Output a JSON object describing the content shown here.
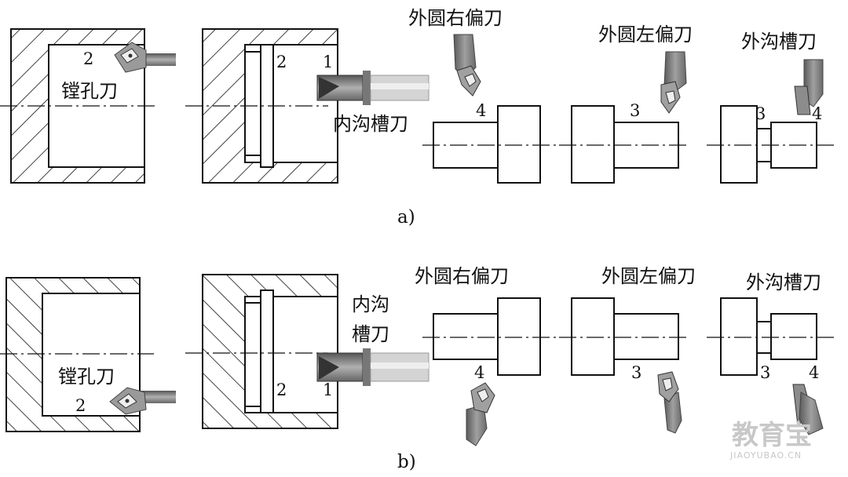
{
  "panel_a": {
    "caption": "a)",
    "boring_tool": "镗孔刀",
    "inner_groove_tool": "内沟槽刀",
    "outer_right_tool": "外圆右偏刀",
    "outer_left_tool": "外圆左偏刀",
    "outer_groove_tool": "外沟槽刀",
    "num_bore": "2",
    "num_groove_2": "2",
    "num_groove_1": "1",
    "num_right": "4",
    "num_left": "3",
    "num_og_3": "3",
    "num_og_4": "4"
  },
  "panel_b": {
    "caption": "b)",
    "boring_tool": "镗孔刀",
    "inner_groove_tool_l1": "内沟",
    "inner_groove_tool_l2": "槽刀",
    "outer_right_tool": "外圆右偏刀",
    "outer_left_tool": "外圆左偏刀",
    "outer_groove_tool": "外沟槽刀",
    "num_bore": "2",
    "num_groove_2": "2",
    "num_groove_1": "1",
    "num_right": "4",
    "num_left": "3",
    "num_og_3": "3",
    "num_og_4": "4"
  },
  "watermark": {
    "main": "教育宝",
    "sub": "JIAOYUBAO.CN"
  },
  "colors": {
    "line": "#111111",
    "tool_gray": "#8a8a8a",
    "tool_dark": "#4a4a4a",
    "tool_light": "#d8d8d8",
    "watermark": "#c8c8c8"
  }
}
